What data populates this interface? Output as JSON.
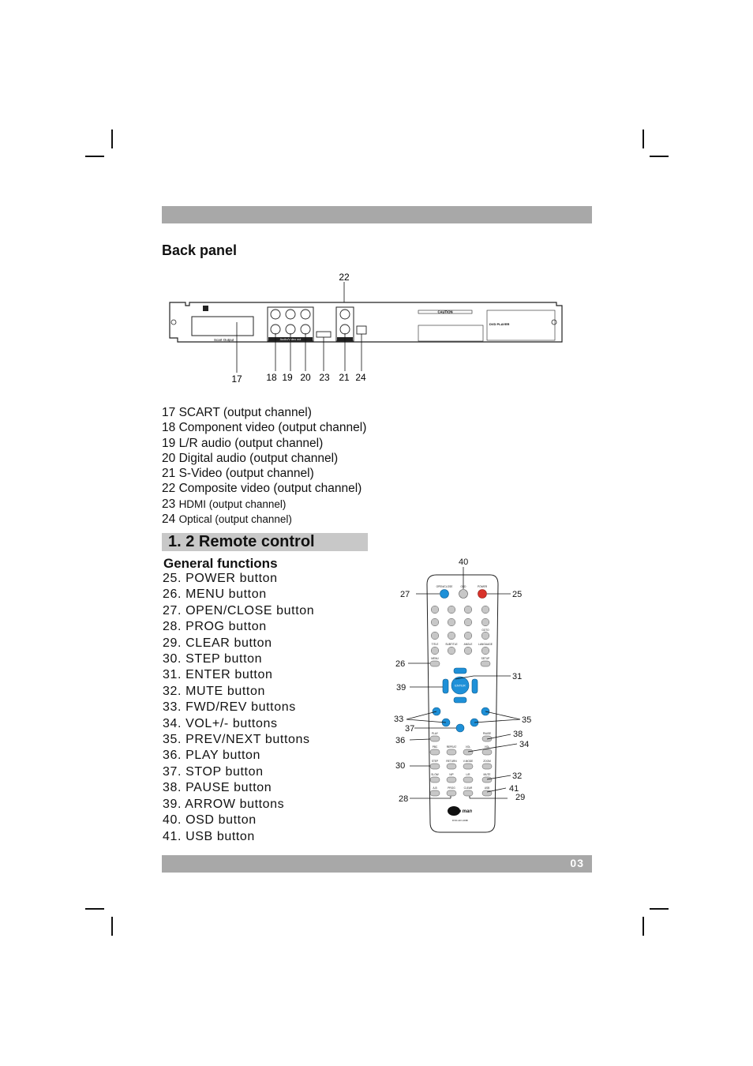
{
  "back_panel": {
    "title": "Back panel",
    "top_callout": "22",
    "bottom_callouts": [
      "17",
      "18",
      "19",
      "20",
      "23",
      "21",
      "24"
    ],
    "scart_label": "Scart  Output",
    "audio_video_label": "Audio/Video out",
    "caution_label": "CAUTION",
    "device_label": "DVD PLAYER"
  },
  "ports": [
    {
      "num": "17",
      "text": "SCART (output channel)"
    },
    {
      "num": "18",
      "text": "Component video (output channel)"
    },
    {
      "num": "19",
      "text": "L/R audio (output channel)"
    },
    {
      "num": "20",
      "text": "Digital audio (output channel)"
    },
    {
      "num": "21",
      "text": "S-Video (output channel)"
    },
    {
      "num": "22",
      "text": "Composite video (output channel)"
    },
    {
      "num": "23",
      "text": "HDMI (output channel)"
    },
    {
      "num": "24",
      "text": "Optical (output channel)"
    }
  ],
  "section": {
    "title": "1. 2   Remote  control"
  },
  "general_functions": {
    "title": "General  functions",
    "items": [
      "25. POWER button",
      "26. MENU button",
      "27. OPEN/CLOSE button",
      "28. PROG button",
      "29. CLEAR button",
      "30. STEP button",
      "31. ENTER button",
      "32. MUTE button",
      "33. FWD/REV buttons",
      "34. VOL+/- buttons",
      "35. PREV/NEXT buttons",
      "36. PLAY button",
      "37. STOP button",
      "38. PAUSE button",
      "39. ARROW buttons",
      "40. OSD button",
      "41. USB button"
    ]
  },
  "remote": {
    "callouts": {
      "c40": "40",
      "c27": "27",
      "c25": "25",
      "c26": "26",
      "c31": "31",
      "c39": "39",
      "c33": "33",
      "c35": "35",
      "c37": "37",
      "c38": "38",
      "c36": "36",
      "c34": "34",
      "c30": "30",
      "c32": "32",
      "c41": "41",
      "c28": "28",
      "c29": "29"
    },
    "labels": {
      "open_close": "OPEN/CLOSE",
      "osd": "OSD",
      "power": "POWER",
      "goto": "GOTO",
      "title": "TITLE",
      "subtitle": "SUBTITLE",
      "angle": "ANGLE",
      "language": "LANGUAGE",
      "menu": "MENU",
      "setup": "SETUP",
      "enter": "ENTER",
      "play": "PLAY",
      "pause": "PAUSE",
      "pbc": "PBC",
      "repeat": "REPEAT",
      "vol": "VOL",
      "vol2": "VOL",
      "step": "STEP",
      "return": "RETURN",
      "vmode": "V-MODE",
      "zoom": "ZOOM",
      "slow": "SLOW",
      "np": "N/P",
      "lr": "L/R",
      "mute": "MUTE",
      "ab": "A-B",
      "prog": "PROG",
      "clear": "CLEAR",
      "usb": "USB",
      "brand": "mp man",
      "model": "DVD-HD HDMI"
    }
  },
  "page_number": "03",
  "colors": {
    "bar": "#a8a8a8",
    "section_header": "#c8c8c8",
    "remote_blue": "#1e90d8",
    "power_red": "#d8322a"
  }
}
